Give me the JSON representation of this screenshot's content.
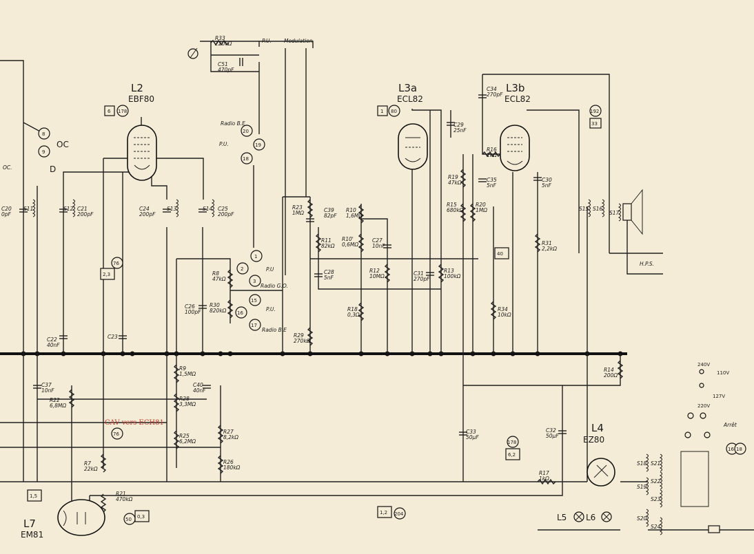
{
  "tubes": {
    "L2": {
      "name": "L2",
      "type": "EBF80",
      "pin_box": "6",
      "pin_circle": "178"
    },
    "L3a": {
      "name": "L3a",
      "type": "ECL82",
      "pin_box": "1",
      "pin_circle": "80"
    },
    "L3b": {
      "name": "L3b",
      "type": "ECL82",
      "pin_circle": "192",
      "pin_box": "33"
    },
    "L4": {
      "name": "L4",
      "type": "EZ80"
    },
    "L7": {
      "name": "L7",
      "type": "EM81"
    }
  },
  "pilot_lamps": [
    "L5",
    "L6"
  ],
  "top": {
    "pu": "P.U.",
    "modulation": "Modulation"
  },
  "resistors": [
    {
      "id": "R33",
      "value": "220kΩ"
    },
    {
      "id": "R23",
      "value": "1MΩ"
    },
    {
      "id": "R10",
      "value": "1,6MΩ"
    },
    {
      "id": "R10'",
      "value": "0,6MΩ"
    },
    {
      "id": "R11",
      "value": "82kΩ"
    },
    {
      "id": "R12",
      "value": "10MΩ"
    },
    {
      "id": "R13",
      "value": "100kΩ"
    },
    {
      "id": "R18",
      "value": "0,3Ω"
    },
    {
      "id": "R29",
      "value": "270kΩ"
    },
    {
      "id": "R19",
      "value": "47kΩ"
    },
    {
      "id": "R16",
      "value": "1kΩ"
    },
    {
      "id": "R15",
      "value": "680kΩ"
    },
    {
      "id": "R20",
      "value": "1MΩ"
    },
    {
      "id": "R31",
      "value": "2,2kΩ"
    },
    {
      "id": "R34",
      "value": "10kΩ"
    },
    {
      "id": "R8",
      "value": "47kΩ"
    },
    {
      "id": "R30",
      "value": "820kΩ"
    },
    {
      "id": "R9",
      "value": "1,5MΩ"
    },
    {
      "id": "R28",
      "value": "3,3MΩ"
    },
    {
      "id": "R25",
      "value": "6,2MΩ"
    },
    {
      "id": "R27",
      "value": "8,2kΩ"
    },
    {
      "id": "R26",
      "value": "180kΩ"
    },
    {
      "id": "R22",
      "value": "6,8MΩ"
    },
    {
      "id": "R7",
      "value": "22kΩ"
    },
    {
      "id": "R21",
      "value": "470kΩ"
    },
    {
      "id": "R14",
      "value": "200Ω"
    },
    {
      "id": "R17",
      "value": "1kΩ"
    }
  ],
  "capacitors": [
    {
      "id": "C51",
      "value": "470pF"
    },
    {
      "id": "C29",
      "value": "25nF"
    },
    {
      "id": "C34",
      "value": "270pF"
    },
    {
      "id": "C35",
      "value": "5nF"
    },
    {
      "id": "C30",
      "value": "5nF"
    },
    {
      "id": "C39",
      "value": "82pF"
    },
    {
      "id": "C27",
      "value": "10nF"
    },
    {
      "id": "C28",
      "value": "5nF"
    },
    {
      "id": "C31",
      "value": "270pF"
    },
    {
      "id": "C20",
      "value": "0pF"
    },
    {
      "id": "C21",
      "value": "200pF"
    },
    {
      "id": "C24",
      "value": "200pF"
    },
    {
      "id": "C25",
      "value": "200pF"
    },
    {
      "id": "C26",
      "value": "100pF"
    },
    {
      "id": "C22",
      "value": "40nF"
    },
    {
      "id": "C23",
      "value": ""
    },
    {
      "id": "C37",
      "value": "10nF"
    },
    {
      "id": "C40",
      "value": "40nF"
    },
    {
      "id": "C33",
      "value": "50µF"
    },
    {
      "id": "C32",
      "value": "50µF"
    }
  ],
  "coils": [
    "S11",
    "S12",
    "S13",
    "S14",
    "S15",
    "S16",
    "S17",
    "S18",
    "S19",
    "S20",
    "S21",
    "S22",
    "S23",
    "S24"
  ],
  "switch_labels": {
    "radio_be": "Radio B.E",
    "pu_down": "P.U.",
    "radio_go": "Radio G.O.",
    "pu_up": "P.U",
    "radio_be2": "Radio B.E",
    "oc": "OC",
    "d": "D",
    "oc_left": "OC.",
    "hps": "H.P.S.",
    "arret": "Arrêt",
    "v240": "240V",
    "v110": "110V",
    "v127": "127V",
    "v220": "220V"
  },
  "pin_circles": [
    "8",
    "9",
    "20",
    "19",
    "18",
    "1",
    "2",
    "3",
    "15",
    "16",
    "17",
    "76",
    "76",
    "50",
    "204",
    "178",
    "16",
    "18"
  ],
  "pin_boxes": [
    "2,3",
    "40",
    "1,5",
    "0,3",
    "1,2",
    "6,2"
  ],
  "annotation_red": "CAV vers ECH81",
  "colors": {
    "paper": "#f5ecd7",
    "ink": "#1f1f1f",
    "red": "#c0392b"
  }
}
